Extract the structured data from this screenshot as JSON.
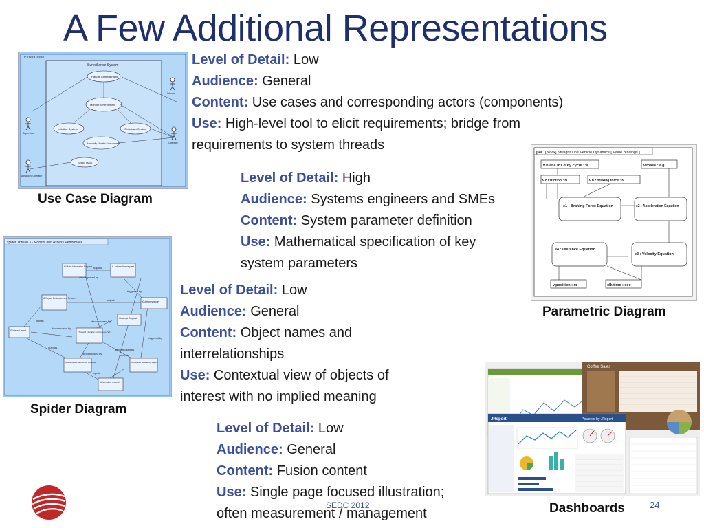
{
  "slide": {
    "title": "A Few Additional Representations",
    "footer": "SEDC 2012",
    "page_number": "24",
    "colors": {
      "title": "#1f2f6b",
      "label": "#3b4f9a",
      "diagram_bg": "#9cc9f4"
    }
  },
  "blocks": [
    {
      "level_label": "Level of Detail:",
      "level": "Low",
      "audience_label": "Audience:",
      "audience": "General",
      "content_label": "Content:",
      "content": "Use cases and corresponding actors (components)",
      "use_label": "Use:",
      "use": "High-level tool to elicit requirements; bridge from",
      "use_cont": "requirements to system threads"
    },
    {
      "level_label": "Level of Detail:",
      "level": "High",
      "audience_label": "Audience:",
      "audience": "Systems engineers and SMEs",
      "content_label": "Content:",
      "content": "System parameter definition",
      "use_label": "Use:",
      "use": "Mathematical specification of key",
      "use_cont": "system parameters"
    },
    {
      "level_label": "Level of Detail:",
      "level": "Low",
      "audience_label": "Audience:",
      "audience": "General",
      "content_label": "Content:",
      "content": "Object names and",
      "content_cont": "interrelationships",
      "use_label": "Use:",
      "use": "Contextual view of objects of",
      "use_cont": "interest with no implied meaning"
    },
    {
      "level_label": "Level of Detail:",
      "level": "Low",
      "audience_label": "Audience:",
      "audience": "General",
      "content_label": "Content:",
      "content": "Fusion content",
      "use_label": "Use:",
      "use": "Single page focused illustration;",
      "use_cont": "often measurement / management"
    }
  ],
  "captions": {
    "use_case": "Use Case Diagram",
    "parametric": "Parametric Diagram",
    "spider": "Spider Diagram",
    "dashboards": "Dashboards"
  },
  "use_case_diagram": {
    "frame_label": "uc Use Cases",
    "boundary": "Surveillance System",
    "use_cases": [
      "Handle Camera Fault",
      "Monitor Environment",
      "Initialize System",
      "Shutdown System",
      "Manually Monitor Environment",
      "Setup Track"
    ],
    "actors": [
      "Supervisor",
      "Intruder",
      "Operator",
      "Advanced Operator"
    ]
  },
  "parametric_diagram": {
    "header_kw": "par",
    "header": "[Block] Straight Line Vehicle Dynamics [ Value Bindings ]",
    "ports": [
      "v.b.abs.m1.duty cycle : %",
      "v.mass : Kg",
      "v.c.t.friction : N",
      "v.b.r.braking force : N",
      "v.position : m",
      "clk.time : sec"
    ],
    "constraints": [
      "e1 : Braking Force Equation",
      "e2 : Acceleration Equation",
      "e4 : Distance Equation",
      "e3 : Velocity Equation"
    ]
  },
  "spider_diagram": {
    "header": "spider Thread 3 - Monitor and Assess Performace",
    "nodes": [
      "t2.Make Information Request",
      "t1. Information request",
      "t1.Report Deficncies and Recom...",
      "t3.deficncy report",
      "t3.Accept Request",
      "t3.internal report",
      "Thread 3 - Monitor and Assess Perf...",
      "t3.Evaluate Products vs. Request",
      "t3.Receive Deficiency Report",
      "t4.formatted request"
    ],
    "edges": [
      "outputs",
      "triggered by",
      "decomposed by",
      "inputs"
    ]
  },
  "dashboard": {
    "brand1": "Coffee Sales",
    "brand2": "JReport",
    "powered": "Powered by JReport"
  }
}
